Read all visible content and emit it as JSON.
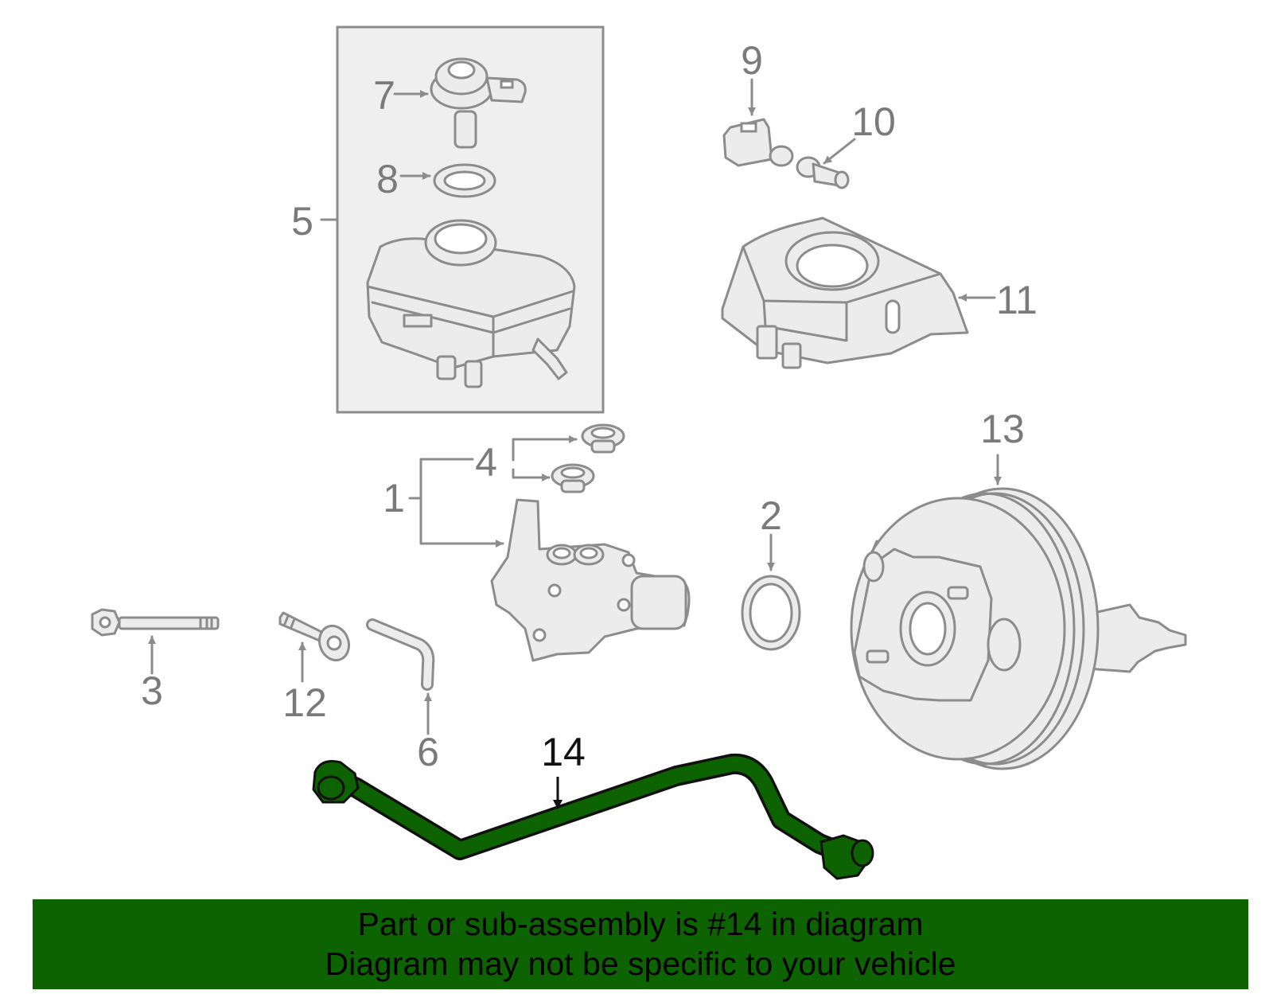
{
  "callouts": {
    "c1": "1",
    "c2": "2",
    "c3": "3",
    "c4": "4",
    "c5": "5",
    "c6": "6",
    "c7": "7",
    "c8": "8",
    "c9": "9",
    "c10": "10",
    "c11": "11",
    "c12": "12",
    "c13": "13",
    "c14": "14"
  },
  "highlight_part": "14",
  "colors": {
    "highlight": "#0d6300",
    "banner_bg": "#0d6300",
    "parts_outline": "#8c8c8c",
    "text": "#000000"
  },
  "banner": {
    "line1": "Part or sub-assembly is #14 in diagram",
    "line2": "Diagram may not be specific to your vehicle"
  }
}
